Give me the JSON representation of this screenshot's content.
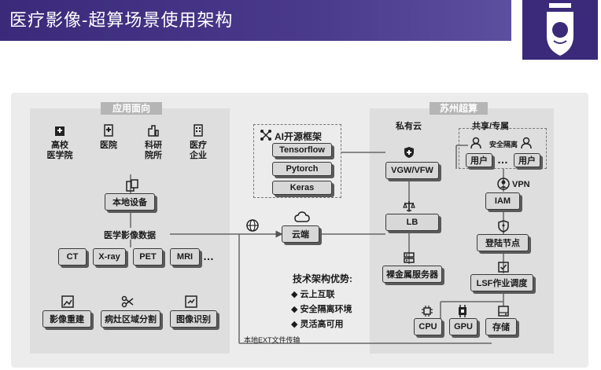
{
  "header": {
    "title": "医疗影像-超算场景使用架构"
  },
  "left": {
    "region_label": "应用面向",
    "institutions": [
      "高校\n医学院",
      "医院",
      "科研\n院所",
      "医疗\n企业"
    ],
    "local_device": "本地设备",
    "medical_data": "医学影像数据",
    "modalities": [
      "CT",
      "X-ray",
      "PET",
      "MRI"
    ],
    "ellipsis": "…",
    "tasks": [
      "影像重建",
      "病灶区域分割",
      "图像识别"
    ]
  },
  "middle": {
    "ai_framework_title": "AI开源框架",
    "frameworks": [
      "Tensorflow",
      "Pytorch",
      "Keras"
    ],
    "cloud": "云端",
    "advantages_title": "技术架构优势:",
    "advantages": [
      "云上互联",
      "安全隔离环境",
      "灵活高可用"
    ],
    "transfer_label": "本地EXT文件传输"
  },
  "right": {
    "region_label": "苏州超算",
    "private_cloud": "私有云",
    "shared_dedicated": "共享/专属",
    "security_isolation": "安全隔离",
    "vgw": "VGW/VFW",
    "lb": "LB",
    "baremetal": "裸金属服务器",
    "users": [
      "用户",
      "用户"
    ],
    "user_ellipsis": "…",
    "vpn": "VPN",
    "iam": "IAM",
    "login_node": "登陆节点",
    "lsf": "LSF作业调度",
    "cpu": "CPU",
    "gpu": "GPU",
    "storage": "存储"
  },
  "colors": {
    "header": "#3b2a7a",
    "box_fill": "#d8d8d8",
    "dark_box": "#2f2f2f",
    "panel": "#dedede"
  }
}
